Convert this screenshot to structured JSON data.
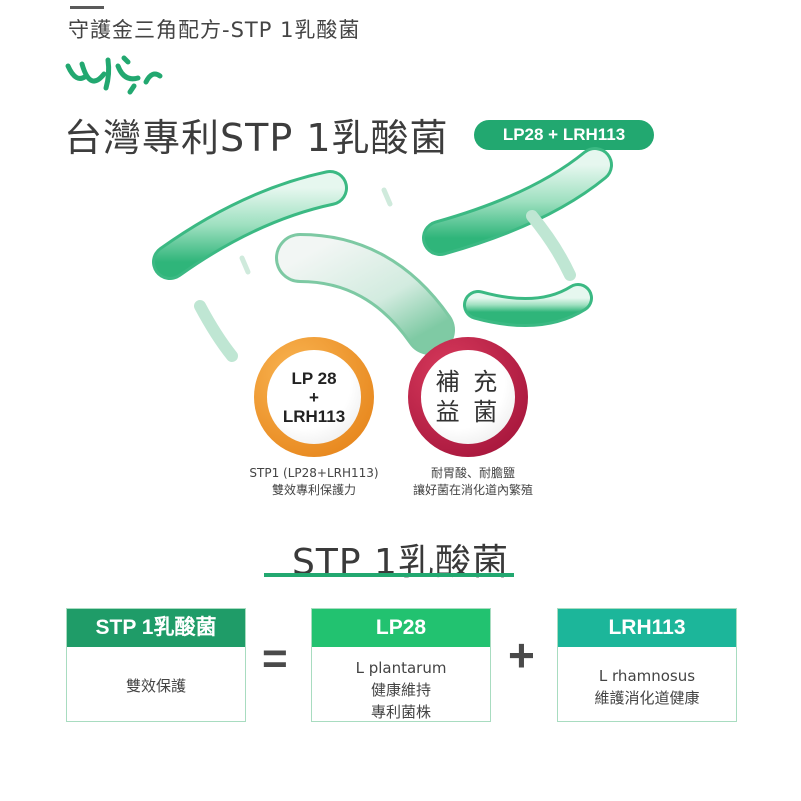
{
  "header": {
    "series_title": "守護金三角配方-STP 1乳酸菌",
    "headline": "台灣專利STP 1乳酸菌",
    "strain_pill": "LP28 + LRH113"
  },
  "badges": [
    {
      "lines": [
        "LP 28",
        "+",
        "LRH113"
      ],
      "caption": [
        "STP1 (LP28+LRH113)",
        "雙效專利保護力"
      ],
      "color": "#e37d12"
    },
    {
      "lines": [
        "補 充",
        "益 菌"
      ],
      "caption": [
        "耐胃酸、耐膽鹽",
        "讓好菌在消化道內繁殖"
      ],
      "color": "#9d0f36"
    }
  ],
  "section": {
    "title": "STP 1乳酸菌"
  },
  "formula": {
    "left": {
      "header": "STP 1乳酸菌",
      "body": [
        "雙效保護"
      ]
    },
    "equals": "=",
    "middle": {
      "header": "LP28",
      "body": [
        "L plantarum",
        "健康維持",
        "專利菌株"
      ]
    },
    "plus": "+",
    "right": {
      "header": "LRH113",
      "body": [
        "L rhamnosus",
        "維護消化道健康"
      ]
    }
  },
  "colors": {
    "brand_green": "#22a870",
    "orange": "#e37d12",
    "crimson": "#9d0f36"
  },
  "icons": [
    "bacteria-logo-icon",
    "bacteria-illustration"
  ]
}
